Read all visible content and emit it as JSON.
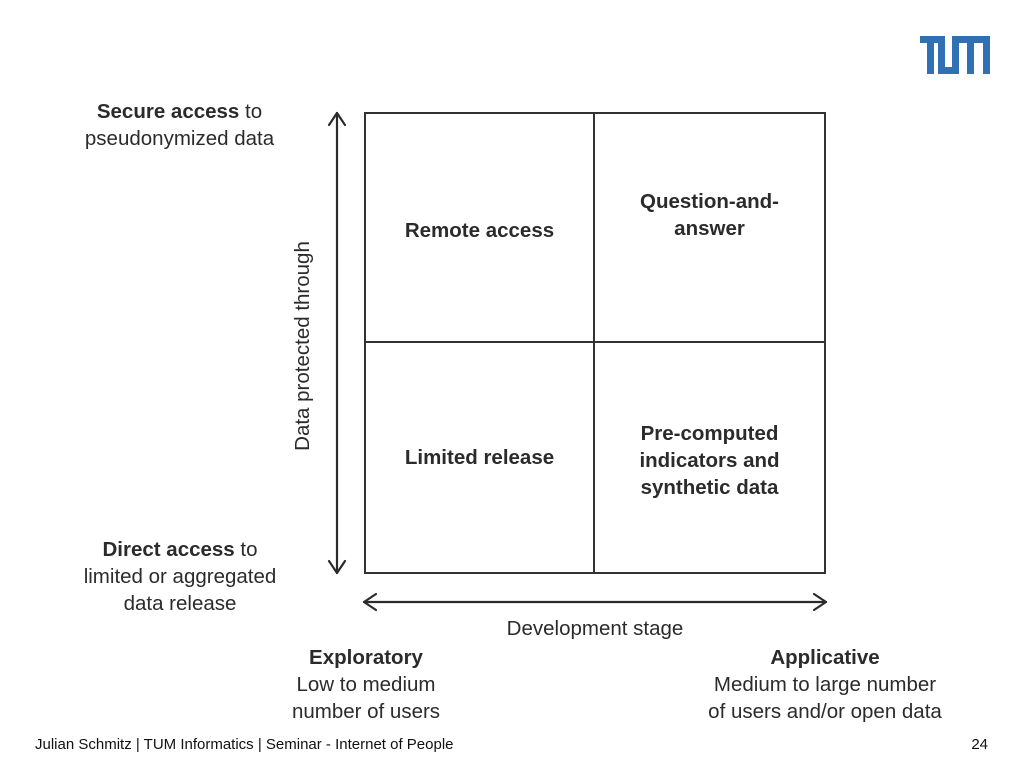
{
  "logo": {
    "text": "TUM",
    "color": "#3070b3"
  },
  "y_axis": {
    "top_label": {
      "bold": "Secure access",
      "rest_line1": " to",
      "line2": "pseudonymized data"
    },
    "bottom_label": {
      "bold": "Direct access",
      "rest_line1": " to",
      "line2": "limited or aggregated",
      "line3": "data release"
    },
    "title": "Data protected through"
  },
  "matrix": {
    "top_left": "Remote access",
    "top_right": "Question-and-answer",
    "bottom_left": "Limited release",
    "bottom_right": "Pre-computed indicators and synthetic data"
  },
  "x_axis": {
    "title": "Development stage",
    "left_label": {
      "title": "Exploratory",
      "line1": "Low to medium",
      "line2": "number of users"
    },
    "right_label": {
      "title": "Applicative",
      "line1": "Medium to large number",
      "line2": "of users and/or open data"
    }
  },
  "footer": {
    "text": "Julian Schmitz | TUM Informatics | Seminar - Internet of People",
    "page_number": "24"
  }
}
